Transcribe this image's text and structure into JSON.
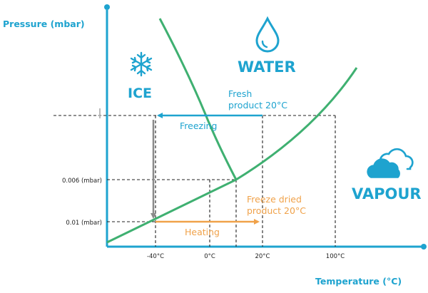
{
  "axes": {
    "y_title": "Pressure (mbar)",
    "x_title": "Temperature (°C)"
  },
  "x_ticks": [
    "-40°C",
    "0°C",
    "20°C",
    "100°C"
  ],
  "y_ticks": [
    "0.006 (mbar)",
    "0.01 (mbar)"
  ],
  "regions": {
    "ice": "ICE",
    "water": "WATER",
    "vapour": "VAPOUR"
  },
  "annotations": {
    "fresh_line1": "Fresh",
    "fresh_line2": "product 20°C",
    "freezing": "Freezing",
    "freeze_dried_line1": "Freeze dried",
    "freeze_dried_line2": "product 20°C",
    "heating": "Heating"
  },
  "icons": [
    "snowflake-icon",
    "water-drop-icon",
    "cloud-icon"
  ],
  "colors": {
    "axis": "#1ea3cf",
    "curve": "#3fb071",
    "freeze_arrow": "#1ea3cf",
    "heating_arrow": "#f0a24a",
    "drop_arrow": "#8a8a8a",
    "grid": "#222222"
  }
}
